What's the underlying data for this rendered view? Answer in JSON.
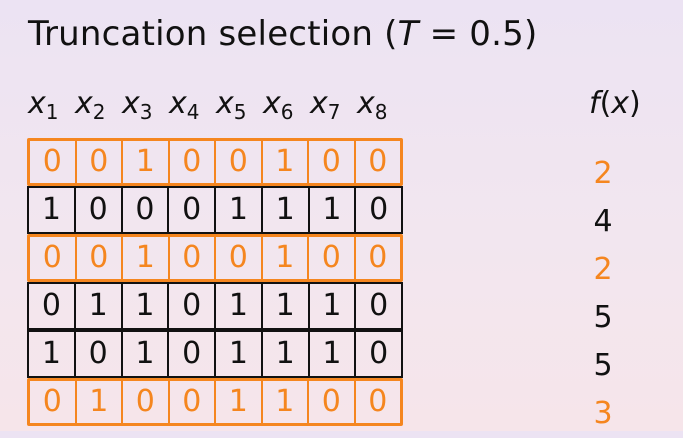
{
  "title": {
    "prefix": "Truncation selection (",
    "variable": "T",
    "suffix": " = 0.5)"
  },
  "header": {
    "variables": [
      {
        "name": "x",
        "index": "1"
      },
      {
        "name": "x",
        "index": "2"
      },
      {
        "name": "x",
        "index": "3"
      },
      {
        "name": "x",
        "index": "4"
      },
      {
        "name": "x",
        "index": "5"
      },
      {
        "name": "x",
        "index": "6"
      },
      {
        "name": "x",
        "index": "7"
      },
      {
        "name": "x",
        "index": "8"
      }
    ],
    "fitness_label": {
      "fn": "f",
      "open": "(",
      "arg": "x",
      "close": ")"
    }
  },
  "highlight_color": "#f5861f",
  "population": [
    {
      "bits": [
        "0",
        "0",
        "1",
        "0",
        "0",
        "1",
        "0",
        "0"
      ],
      "fitness": "2",
      "selected": true
    },
    {
      "bits": [
        "1",
        "0",
        "0",
        "0",
        "1",
        "1",
        "1",
        "0"
      ],
      "fitness": "4",
      "selected": false
    },
    {
      "bits": [
        "0",
        "0",
        "1",
        "0",
        "0",
        "1",
        "0",
        "0"
      ],
      "fitness": "2",
      "selected": true
    },
    {
      "bits": [
        "0",
        "1",
        "1",
        "0",
        "1",
        "1",
        "1",
        "0"
      ],
      "fitness": "5",
      "selected": false
    },
    {
      "bits": [
        "1",
        "0",
        "1",
        "0",
        "1",
        "1",
        "1",
        "0"
      ],
      "fitness": "5",
      "selected": false
    },
    {
      "bits": [
        "0",
        "1",
        "0",
        "0",
        "1",
        "1",
        "0",
        "0"
      ],
      "fitness": "3",
      "selected": true
    }
  ]
}
